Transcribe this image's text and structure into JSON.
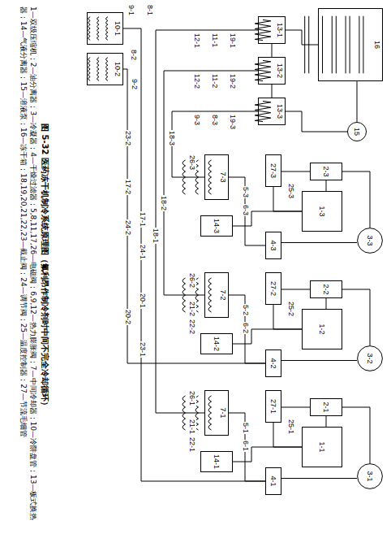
{
  "diagram": {
    "title": "图 5-32 医药冻干机制冷系统原理图（氟利昂作制冷剂时中间不完全冷却循环）",
    "caption": "1—双级压缩机；2—油分离器；3—冷凝器；4—干燥过滤器；5,8,11,17,26—电磁阀；6,9,12—热力膨胀阀；7—中间冷却器；10—冷阱盘管；13—板式换热器；14—气液分离器；15—溶液泵；16—冻干箱；18,19,20,21,22,23—截止阀；24—调节阀；25—温度控制器；27—节流毛细管",
    "nodes": [
      {
        "text": [
          "16"
        ]
      },
      {
        "text": [
          "15"
        ]
      },
      {
        "text": [
          "13-1"
        ]
      },
      {
        "text": [
          "13-2"
        ]
      },
      {
        "text": [
          "13-3"
        ]
      },
      {
        "text": [
          "10-1"
        ]
      },
      {
        "text": [
          "10-2"
        ]
      },
      {
        "text": [
          "3-3"
        ]
      },
      {
        "text": [
          "2-3"
        ]
      },
      {
        "text": [
          "1-3"
        ]
      },
      {
        "text": [
          "27-3"
        ]
      },
      {
        "text": [
          "4-3"
        ]
      },
      {
        "text": [
          "7-3"
        ]
      },
      {
        "text": [
          "14-3"
        ]
      },
      {
        "text": [
          "3-2"
        ]
      },
      {
        "text": [
          "2-2"
        ]
      },
      {
        "text": [
          "1-2"
        ]
      },
      {
        "text": [
          "27-2"
        ]
      },
      {
        "text": [
          "4-2"
        ]
      },
      {
        "text": [
          "7-2"
        ]
      },
      {
        "text": [
          "14-2"
        ]
      },
      {
        "text": [
          "3-1"
        ]
      },
      {
        "text": [
          "2-1"
        ]
      },
      {
        "text": [
          "1-1"
        ]
      },
      {
        "text": [
          "27-1"
        ]
      },
      {
        "text": [
          "4-1"
        ]
      },
      {
        "text": [
          "7-1"
        ]
      },
      {
        "text": [
          "14-1"
        ]
      }
    ],
    "edges": [
      {
        "from": 9,
        "to": 8,
        "arrow": "none"
      },
      {
        "from": 8,
        "to": 7,
        "arrow": "none"
      },
      {
        "from": 7,
        "to": 11,
        "arrow": "none"
      },
      {
        "from": 11,
        "to": 12,
        "arrow": "none"
      },
      {
        "from": 12,
        "to": 4,
        "arrow": "none"
      },
      {
        "from": 13,
        "to": 9,
        "arrow": "none"
      },
      {
        "from": 8,
        "to": 10,
        "arrow": "none"
      },
      {
        "from": 10,
        "to": 9,
        "arrow": "none"
      },
      {
        "from": 16,
        "to": 15,
        "arrow": "none"
      },
      {
        "from": 15,
        "to": 14,
        "arrow": "none"
      },
      {
        "from": 14,
        "to": 18,
        "arrow": "none"
      },
      {
        "from": 18,
        "to": 19,
        "arrow": "none"
      },
      {
        "from": 19,
        "to": 3,
        "arrow": "none"
      },
      {
        "from": 20,
        "to": 16,
        "arrow": "none"
      },
      {
        "from": 15,
        "to": 17,
        "arrow": "none"
      },
      {
        "from": 17,
        "to": 16,
        "arrow": "none"
      },
      {
        "from": 23,
        "to": 22,
        "arrow": "none"
      },
      {
        "from": 22,
        "to": 21,
        "arrow": "none"
      },
      {
        "from": 21,
        "to": 25,
        "arrow": "none"
      },
      {
        "from": 25,
        "to": 26,
        "arrow": "none"
      },
      {
        "from": 26,
        "to": 2,
        "arrow": "none"
      },
      {
        "from": 27,
        "to": 23,
        "arrow": "none"
      },
      {
        "from": 22,
        "to": 24,
        "arrow": "none"
      },
      {
        "from": 24,
        "to": 23,
        "arrow": "none"
      },
      {
        "from": 0,
        "to": 1,
        "arrow": "none"
      },
      {
        "from": 1,
        "to": 4,
        "arrow": "none"
      },
      {
        "from": 4,
        "to": 3,
        "arrow": "none"
      },
      {
        "from": 3,
        "to": 2,
        "arrow": "none"
      },
      {
        "from": 2,
        "to": 0,
        "arrow": "none"
      },
      {
        "from": 25,
        "to": 5,
        "arrow": "none"
      },
      {
        "from": 18,
        "to": 6,
        "arrow": "none"
      }
    ],
    "labels": [
      "5-3",
      "6-3",
      "25-3",
      "26-3",
      "5-2",
      "6-2",
      "25-2",
      "26-2",
      "21-2",
      "22-2",
      "5-1",
      "6-1",
      "25-1",
      "26-1",
      "21-1",
      "22-1",
      "17-1",
      "24-1",
      "20-1",
      "23-1",
      "17-2",
      "24-2",
      "20-2",
      "23-2",
      "18-1",
      "18-2",
      "18-3",
      "19-1",
      "19-2",
      "19-3",
      "11-1",
      "11-2",
      "8-3",
      "12-1",
      "12-2",
      "9-3",
      "8-1",
      "9-1",
      "8-2",
      "9-2"
    ]
  }
}
